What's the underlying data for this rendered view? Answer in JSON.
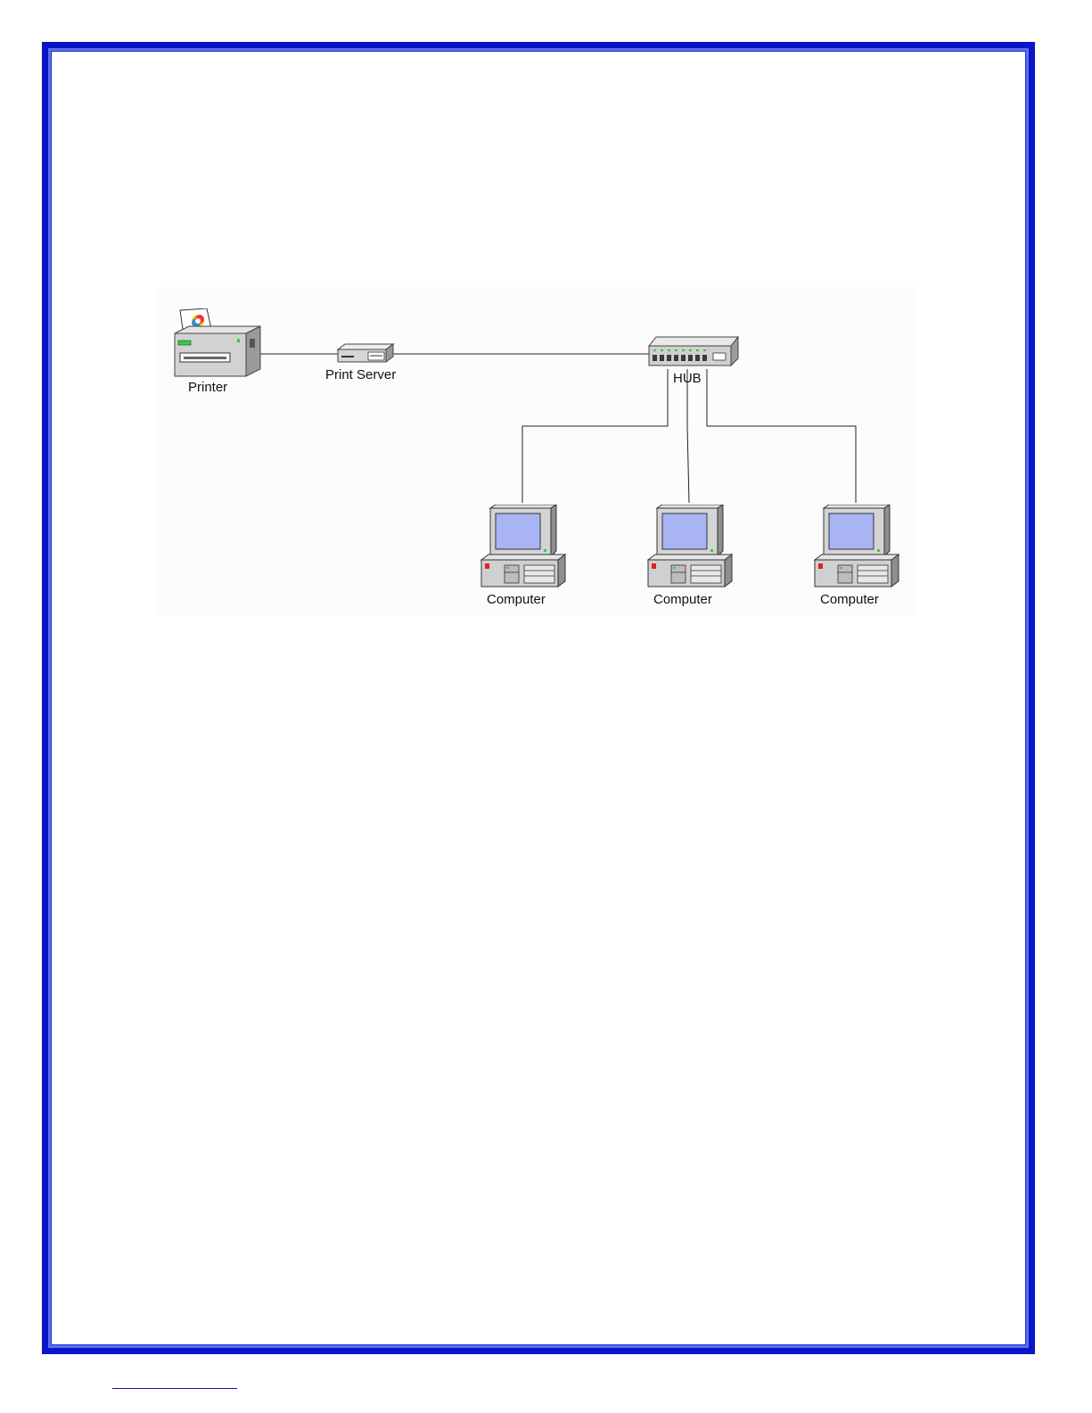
{
  "diagram": {
    "printer_label": "Printer",
    "print_server_label": "Print Server",
    "hub_label": "HUB",
    "computers": [
      {
        "label": "Computer"
      },
      {
        "label": "Computer"
      },
      {
        "label": "Computer"
      }
    ]
  },
  "colors": {
    "frame": "#0a14c8",
    "screen": "#a9b4f5"
  },
  "icons": {
    "printer": "printer-icon",
    "print_server": "print-server-icon",
    "hub": "hub-icon",
    "computer": "computer-icon"
  }
}
